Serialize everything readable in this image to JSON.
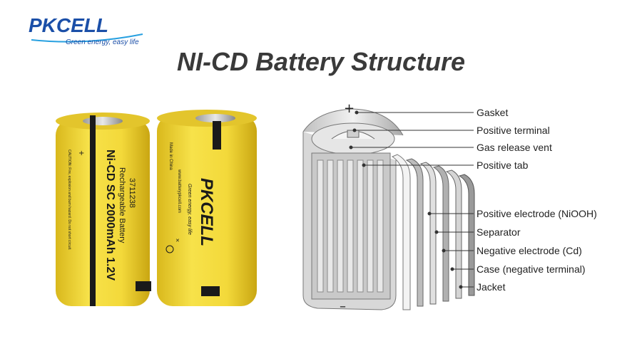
{
  "brand": {
    "name": "PKCELL",
    "tagline": "Green energy, easy life"
  },
  "title": "NI-CD Battery Structure",
  "battery_left": {
    "type_text": "Ni-CD SC 2000mAh 1.2V",
    "sub_text": "Rechargeable Battery",
    "code_text": "3711238",
    "caution_text": "CAUTION: Fire, explosion and burn hazard. Do not short circuit."
  },
  "battery_right": {
    "brand_text": "PKCELL",
    "tagline_text": "Green energy, easy life",
    "web_text": "www.batterypkcell.com",
    "origin_text": "Made in China"
  },
  "symbols": {
    "positive": "+",
    "negative": "–"
  },
  "labels": [
    "Gasket",
    "Positive terminal",
    "Gas release vent",
    "Positive tab",
    "Positive electrode (NiOOH)",
    "Separator",
    "Negative electrode (Cd)",
    "Case (negative terminal)",
    "Jacket"
  ],
  "colors": {
    "battery_yellow": "#f2d83a",
    "brand_blue": "#1b4fa8",
    "title_gray": "#3a3a3a"
  }
}
